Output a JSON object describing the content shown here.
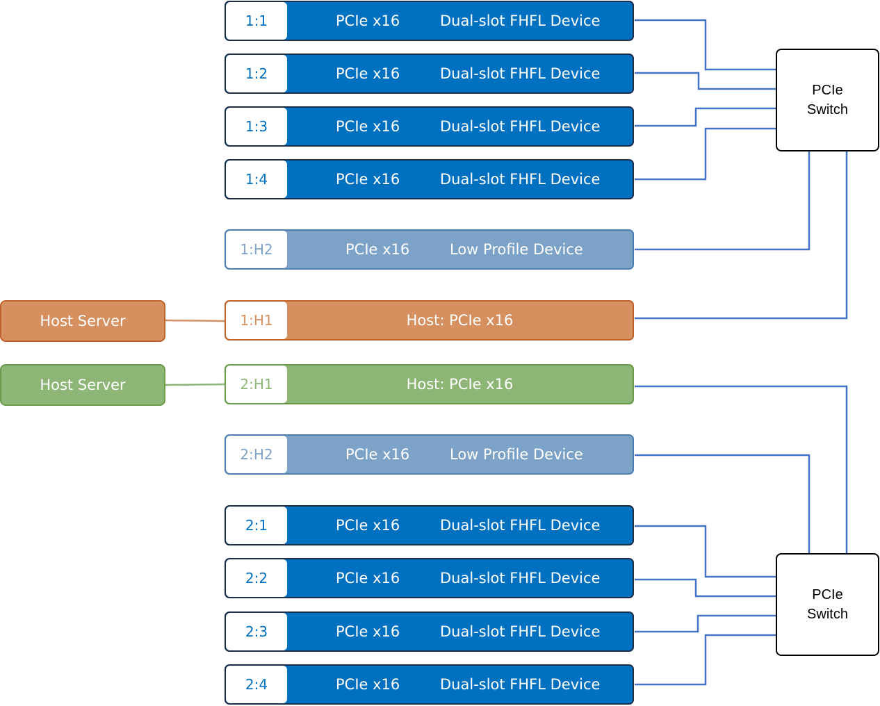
{
  "colors": {
    "device": "#0070c0",
    "low_profile": "#7da2c8",
    "host_orange": "#d6905f",
    "host_green": "#8cb576",
    "wire_blue": "#4472c4"
  },
  "slots": [
    {
      "id": "1:1",
      "type": "PCIe x16",
      "device": "Dual-slot FHFL Device"
    },
    {
      "id": "1:2",
      "type": "PCIe x16",
      "device": "Dual-slot FHFL Device"
    },
    {
      "id": "1:3",
      "type": "PCIe x16",
      "device": "Dual-slot FHFL Device"
    },
    {
      "id": "1:4",
      "type": "PCIe x16",
      "device": "Dual-slot FHFL Device"
    },
    {
      "id": "1:H2",
      "type": "PCIe x16",
      "device": "Low Profile Device"
    },
    {
      "id": "1:H1",
      "label": "Host: PCIe x16"
    },
    {
      "id": "2:H1",
      "label": "Host: PCIe x16"
    },
    {
      "id": "2:H2",
      "type": "PCIe x16",
      "device": "Low Profile Device"
    },
    {
      "id": "2:1",
      "type": "PCIe x16",
      "device": "Dual-slot FHFL Device"
    },
    {
      "id": "2:2",
      "type": "PCIe x16",
      "device": "Dual-slot FHFL Device"
    },
    {
      "id": "2:3",
      "type": "PCIe x16",
      "device": "Dual-slot FHFL Device"
    },
    {
      "id": "2:4",
      "type": "PCIe x16",
      "device": "Dual-slot FHFL Device"
    }
  ],
  "servers": [
    {
      "label": "Host Server"
    },
    {
      "label": "Host Server"
    }
  ],
  "switches": [
    {
      "line1": "PCIe",
      "line2": "Switch"
    },
    {
      "line1": "PCIe",
      "line2": "Switch"
    }
  ]
}
